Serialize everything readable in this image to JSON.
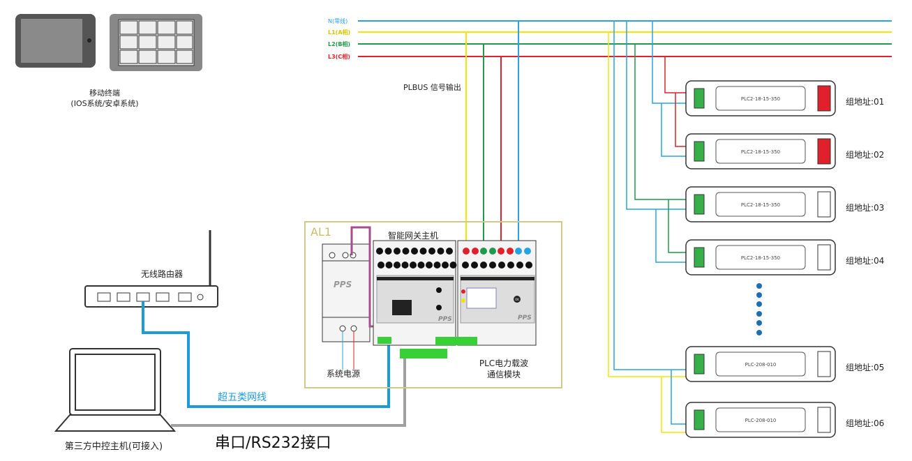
{
  "bus": {
    "n": "N(零线)",
    "l1": "L1(A相)",
    "l2": "L2(B相)",
    "l3": "L3(C相)"
  },
  "colors": {
    "n": "#29a3e0",
    "l1": "#f5e600",
    "l2": "#1f9a4a",
    "l3": "#e0202a",
    "magenta": "#a64d8c",
    "gray": "#a0a0a0",
    "frame": "#cfc98a"
  },
  "plbus_label": "PLBUS 信号输出",
  "mobile": {
    "title": "移动终端",
    "subtitle": "(IOS系统/安卓系统)"
  },
  "router_label": "无线路由器",
  "laptop_label": "第三方中控主机(可接入)",
  "cable_label": "超五类网线",
  "serial_label": "串口/RS232接口",
  "al1": {
    "title": "AL1",
    "gateway": "智能网关主机",
    "power": "系统电源",
    "plc_line1": "PLC电力载波",
    "plc_line2": "通信模块",
    "brand": "PPS",
    "ok": "OK"
  },
  "drivers": [
    {
      "model": "PLC2-18-15-350",
      "address": "组地址:01"
    },
    {
      "model": "PLC2-18-15-350",
      "address": "组地址:02"
    },
    {
      "model": "PLC2-18-15-350",
      "address": "组地址:03"
    },
    {
      "model": "PLC2-18-15-350",
      "address": "组地址:04"
    },
    {
      "model": "PLC-208-010",
      "address": "组地址:05"
    },
    {
      "model": "PLC-208-010",
      "address": "组地址:06"
    }
  ]
}
